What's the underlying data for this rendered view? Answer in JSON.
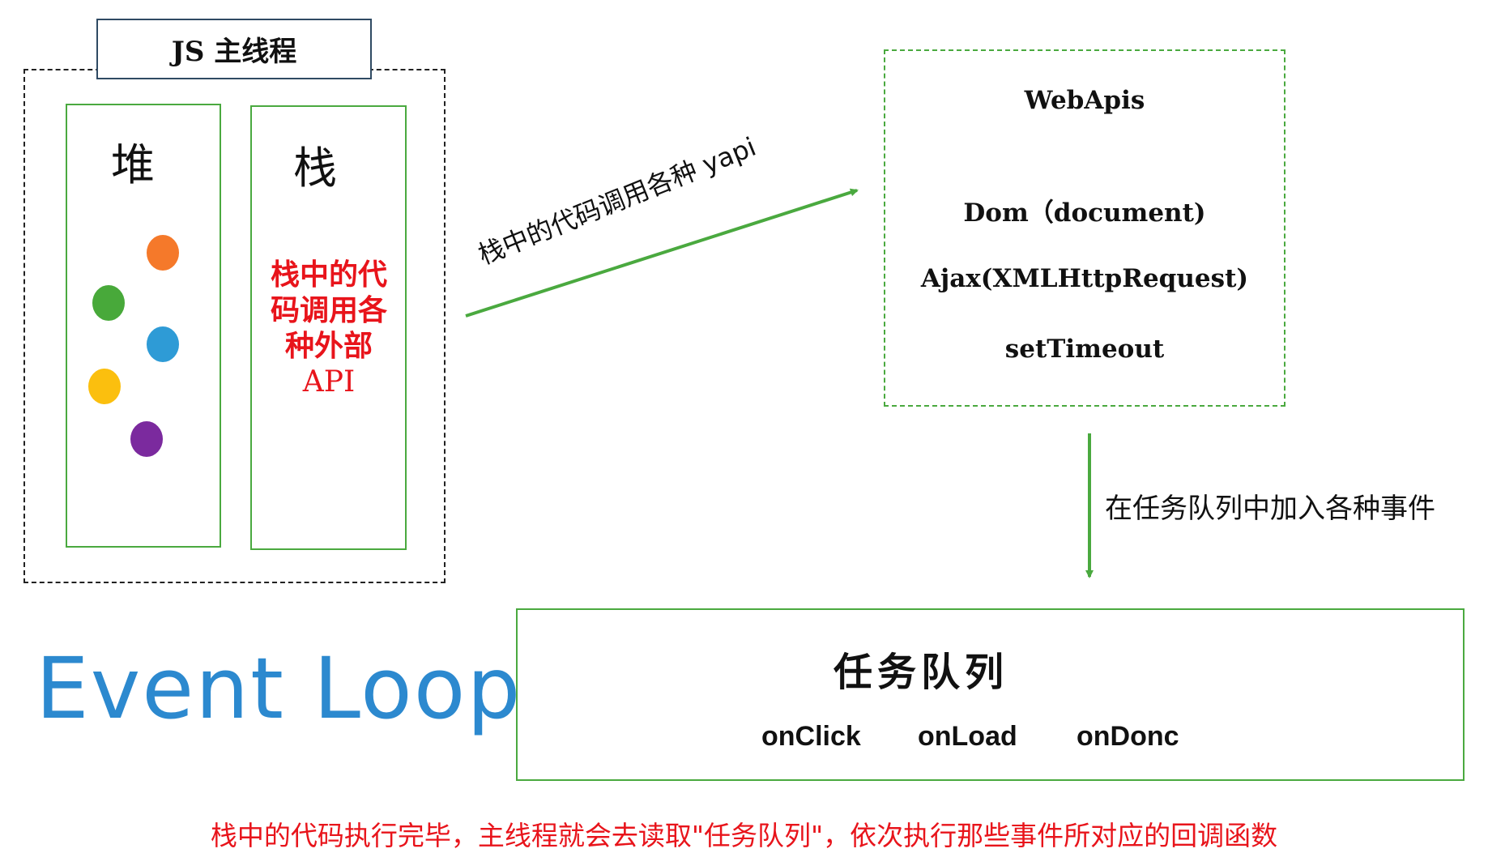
{
  "main_thread": {
    "title": "JS 主线程",
    "heap_label": "堆",
    "stack_label": "栈",
    "stack_desc_lines": [
      "栈中的代",
      "码调用各",
      "种外部",
      "API"
    ]
  },
  "heap_dots": [
    {
      "color": "#f5792a"
    },
    {
      "color": "#48a93a"
    },
    {
      "color": "#2e9bd6"
    },
    {
      "color": "#fbbf0e"
    },
    {
      "color": "#7b2a9e"
    }
  ],
  "arrow_to_webapis_label": "栈中的代码调用各种 yapi",
  "webapis": {
    "title": "WebApis",
    "items": [
      "Dom（document)",
      "Ajax(XMLHttpRequest)",
      "setTimeout"
    ]
  },
  "arrow_to_queue_label": "在任务队列中加入各种事件",
  "task_queue": {
    "title": "任务队列",
    "events": [
      "onClick",
      "onLoad",
      "onDonc"
    ]
  },
  "brand": "Event Loop",
  "footer": "栈中的代码执行完毕，主线程就会去读取\"任务队列\"，依次执行那些事件所对应的回调函数",
  "colors": {
    "green": "#4aa93f",
    "red": "#e8141b",
    "blue": "#2c89cf"
  }
}
